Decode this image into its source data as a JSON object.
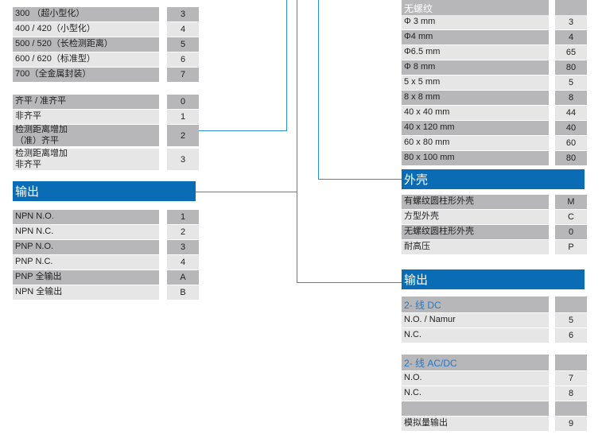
{
  "left": {
    "sensing_range": [
      {
        "label": "300 （超小型化）",
        "code": "3"
      },
      {
        "label": "400 / 420（小型化）",
        "code": "4"
      },
      {
        "label": "500 / 520（长检测距离）",
        "code": "5"
      },
      {
        "label": "600 / 620（标准型）",
        "code": "6"
      },
      {
        "label": "700（全金属封装）",
        "code": "7"
      }
    ],
    "mounting": [
      {
        "label": "齐平 / 准齐平",
        "code": "0"
      },
      {
        "label": "非齐平",
        "code": "1"
      },
      {
        "label": "检测距离增加\n（准）齐平",
        "code": "2"
      },
      {
        "label": "检测距离增加\n非齐平",
        "code": "3"
      }
    ],
    "output_title": "输出",
    "output": [
      {
        "label": "NPN N.O.",
        "code": "1"
      },
      {
        "label": "NPN N.C.",
        "code": "2"
      },
      {
        "label": "PNP N.O.",
        "code": "3"
      },
      {
        "label": "PNP N.C.",
        "code": "4"
      },
      {
        "label": "PNP 全输出",
        "code": "A"
      },
      {
        "label": "NPN 全输出",
        "code": "B"
      }
    ]
  },
  "right": {
    "unthreaded_title": "无螺纹",
    "sizes": [
      {
        "label": "Φ 3 mm",
        "code": "3"
      },
      {
        "label": "Φ4 mm",
        "code": "4"
      },
      {
        "label": "Φ6.5 mm",
        "code": "65"
      },
      {
        "label": "Φ 8 mm",
        "code": "80"
      },
      {
        "label": "5 x 5 mm",
        "code": "5"
      },
      {
        "label": "8 x 8 mm",
        "code": "8"
      },
      {
        "label": "40 x 40 mm",
        "code": "44"
      },
      {
        "label": "40 x 120 mm",
        "code": "40"
      },
      {
        "label": "60 x 80 mm",
        "code": "60"
      },
      {
        "label": "80 x 100 mm",
        "code": "80"
      }
    ],
    "housing_title": "外壳",
    "housing": [
      {
        "label": "有螺纹圆柱形外壳",
        "code": "M"
      },
      {
        "label": "方型外壳",
        "code": "C"
      },
      {
        "label": "无螺纹圆柱形外壳",
        "code": "0"
      },
      {
        "label": "耐高压",
        "code": "P"
      }
    ],
    "output_title": "输出",
    "dc_title": "2- 线 DC",
    "dc": [
      {
        "label": "N.O. / Namur",
        "code": "5"
      },
      {
        "label": "N.C.",
        "code": "6"
      }
    ],
    "acdc_title": "2- 线 AC/DC",
    "acdc": [
      {
        "label": "N.O.",
        "code": "7"
      },
      {
        "label": "N.C.",
        "code": "8"
      },
      {
        "label": "",
        "code": ""
      },
      {
        "label": "模拟量输出",
        "code": "9"
      }
    ]
  },
  "colors": {
    "header_blue": "#0a6cb4",
    "row_dark": "#b7b7b9",
    "row_light": "#e6e6e7",
    "connector": "#2e8fd0",
    "subheader_text": "#2a78c2"
  }
}
